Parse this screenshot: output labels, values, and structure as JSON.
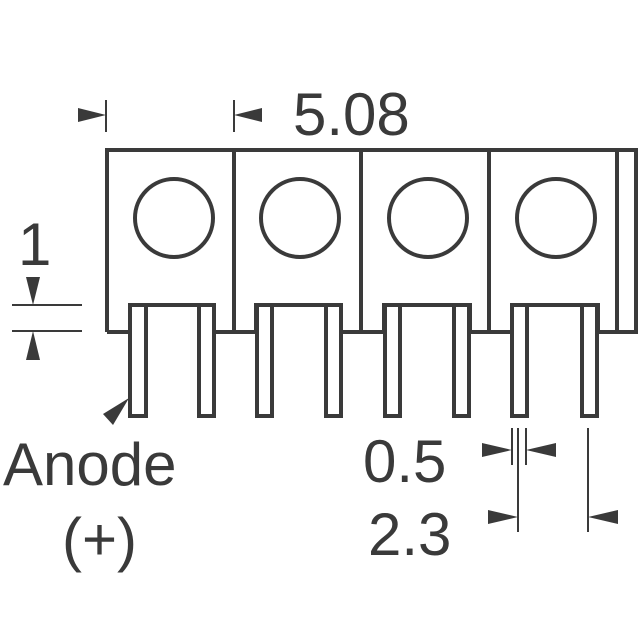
{
  "dimensions": {
    "pitch": "5.08",
    "height": "1",
    "pin_width": "0.5",
    "pin_spacing": "2.3"
  },
  "labels": {
    "anode": "Anode",
    "polarity": "(+)"
  },
  "colors": {
    "line": "#3a3a3a",
    "background": "#ffffff"
  }
}
